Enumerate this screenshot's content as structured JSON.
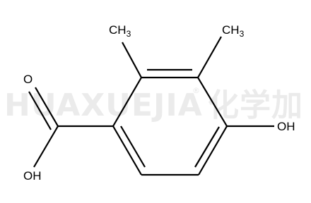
{
  "watermark": {
    "latin": "HUAXUEJIA",
    "registered": "®",
    "chinese": "化学加"
  },
  "molecule": {
    "labels": {
      "methyl_left": "CH",
      "methyl_left_sub": "3",
      "methyl_right": "CH",
      "methyl_right_sub": "3",
      "carbonyl_o": "O",
      "acid_oh": "OH",
      "phenol_oh": "OH"
    }
  }
}
